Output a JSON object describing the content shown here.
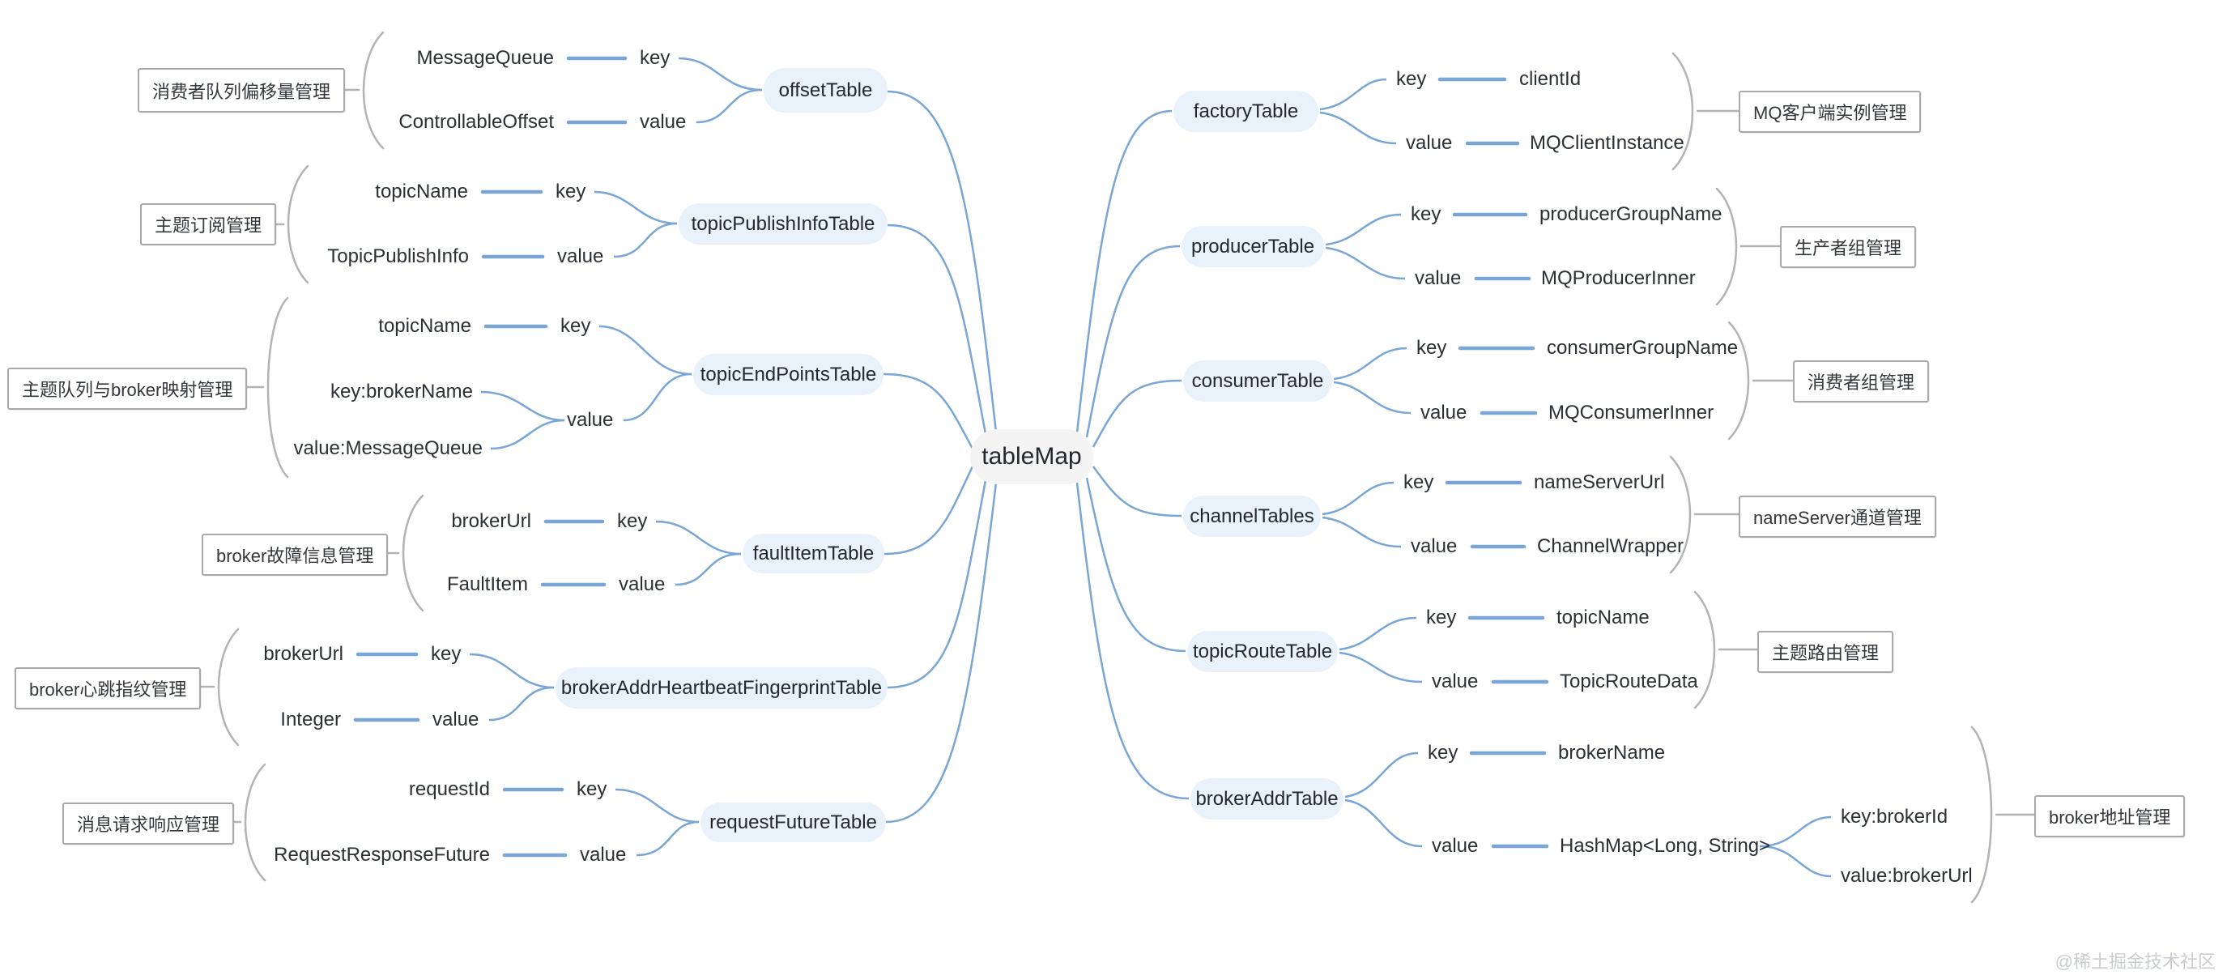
{
  "root": {
    "label": "tableMap"
  },
  "left": [
    {
      "table": "offsetTable",
      "annotation": "消费者队列偏移量管理",
      "entries": [
        {
          "type": "MessageQueue",
          "role": "key"
        },
        {
          "type": "ControllableOffset",
          "role": "value"
        }
      ]
    },
    {
      "table": "topicPublishInfoTable",
      "annotation": "主题订阅管理",
      "entries": [
        {
          "type": "topicName",
          "role": "key"
        },
        {
          "type": "TopicPublishInfo",
          "role": "value"
        }
      ]
    },
    {
      "table": "topicEndPointsTable",
      "annotation": "主题队列与broker映射管理",
      "entries": [
        {
          "type": "topicName",
          "role": "key"
        }
      ],
      "value_group": {
        "role": "value",
        "parts": [
          "key:brokerName",
          "value:MessageQueue"
        ]
      }
    },
    {
      "table": "faultItemTable",
      "annotation": "broker故障信息管理",
      "entries": [
        {
          "type": "brokerUrl",
          "role": "key"
        },
        {
          "type": "FaultItem",
          "role": "value"
        }
      ]
    },
    {
      "table": "brokerAddrHeartbeatFingerprintTable",
      "annotation": "broker心跳指纹管理",
      "entries": [
        {
          "type": "brokerUrl",
          "role": "key"
        },
        {
          "type": "Integer",
          "role": "value"
        }
      ]
    },
    {
      "table": "requestFutureTable",
      "annotation": "消息请求响应管理",
      "entries": [
        {
          "type": "requestId",
          "role": "key"
        },
        {
          "type": "RequestResponseFuture",
          "role": "value"
        }
      ]
    }
  ],
  "right": [
    {
      "table": "factoryTable",
      "annotation": "MQ客户端实例管理",
      "entries": [
        {
          "role": "key",
          "type": "clientId"
        },
        {
          "role": "value",
          "type": "MQClientInstance"
        }
      ]
    },
    {
      "table": "producerTable",
      "annotation": "生产者组管理",
      "entries": [
        {
          "role": "key",
          "type": "producerGroupName"
        },
        {
          "role": "value",
          "type": "MQProducerInner"
        }
      ]
    },
    {
      "table": "consumerTable",
      "annotation": "消费者组管理",
      "entries": [
        {
          "role": "key",
          "type": "consumerGroupName"
        },
        {
          "role": "value",
          "type": "MQConsumerInner"
        }
      ]
    },
    {
      "table": "channelTables",
      "annotation": "nameServer通道管理",
      "entries": [
        {
          "role": "key",
          "type": "nameServerUrl"
        },
        {
          "role": "value",
          "type": "ChannelWrapper"
        }
      ]
    },
    {
      "table": "topicRouteTable",
      "annotation": "主题路由管理",
      "entries": [
        {
          "role": "key",
          "type": "topicName"
        },
        {
          "role": "value",
          "type": "TopicRouteData"
        }
      ]
    },
    {
      "table": "brokerAddrTable",
      "annotation": "broker地址管理",
      "entries": [
        {
          "role": "key",
          "type": "brokerName"
        },
        {
          "role": "value",
          "type": "HashMap<Long, String>"
        }
      ],
      "value_children": [
        "key:brokerId",
        "value:brokerUrl"
      ]
    }
  ],
  "watermark": "@稀土掘金技术社区",
  "colors": {
    "node_fill": "#e9f2fb",
    "root_fill": "#f4f4f5",
    "link_blue": "#7aa6d6",
    "bracket_gray": "#b3b3b3",
    "box_border": "#a9a9a9"
  }
}
